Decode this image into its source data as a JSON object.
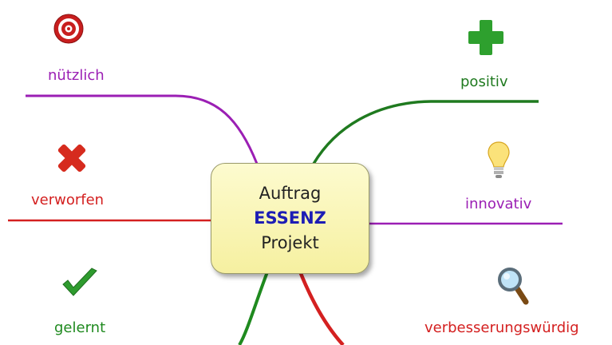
{
  "center": {
    "line1": "Auftrag",
    "line2": "ESSENZ",
    "line3": "Projekt"
  },
  "branches": {
    "nuetzlich": {
      "label": "nützlich",
      "color": "#9b1fb4",
      "icon": "target-icon"
    },
    "verworfen": {
      "label": "verworfen",
      "color": "#d42020",
      "icon": "cross-icon"
    },
    "gelernt": {
      "label": "gelernt",
      "color": "#1f8a1f",
      "icon": "checkmark-icon"
    },
    "positiv": {
      "label": "positiv",
      "color": "#1f7a1f",
      "icon": "plus-icon"
    },
    "innovativ": {
      "label": "innovativ",
      "color": "#9b1fb4",
      "icon": "lightbulb-icon"
    },
    "verbesserungswuerdig": {
      "label": "verbesserungswürdig",
      "color": "#d42020",
      "icon": "magnifier-icon"
    }
  }
}
